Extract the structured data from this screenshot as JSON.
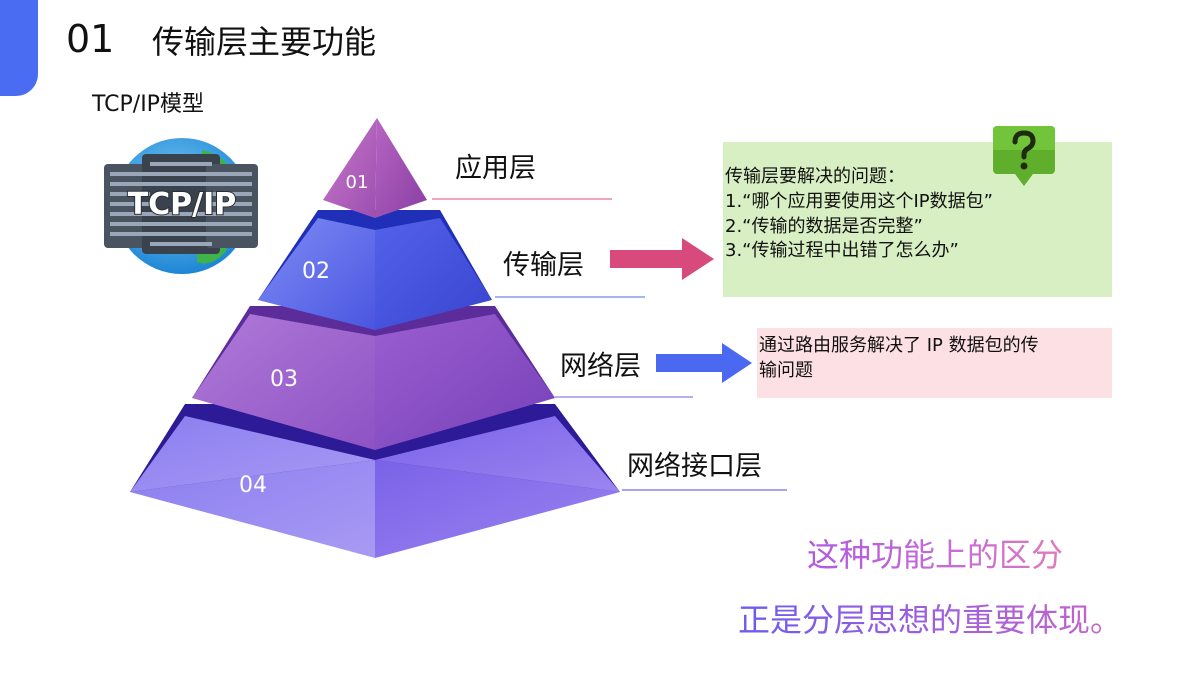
{
  "header": {
    "slide_number": "01",
    "title": "传输层主要功能",
    "subtitle": "TCP/IP模型"
  },
  "logo": {
    "text": "TCP/IP",
    "icon": "globe-server-icon"
  },
  "pyramid": {
    "levels": [
      {
        "number": "01",
        "label": "应用层"
      },
      {
        "number": "02",
        "label": "传输层"
      },
      {
        "number": "03",
        "label": "网络层"
      },
      {
        "number": "04",
        "label": "网络接口层"
      }
    ]
  },
  "transport_box": {
    "heading": "传输层要解决的问题：",
    "items": [
      "1.“哪个应用要使用这个IP数据包”",
      "2.“传输的数据是否完整”",
      "3.“传输过程中出错了怎么办”"
    ],
    "icon": "question-mark-icon"
  },
  "network_box": {
    "lines": [
      "通过路由服务解决了 IP 数据包的传",
      "输问题"
    ]
  },
  "conclusion": {
    "line1": "这种功能上的区分",
    "line2": "正是分层思想的重要体现。"
  },
  "colors": {
    "accent": "#4a6cf2",
    "arrow_transport": "#d94a7c",
    "arrow_network": "#4a68f0",
    "box_green": "#d8efc4",
    "box_pink": "#fde0e4"
  }
}
